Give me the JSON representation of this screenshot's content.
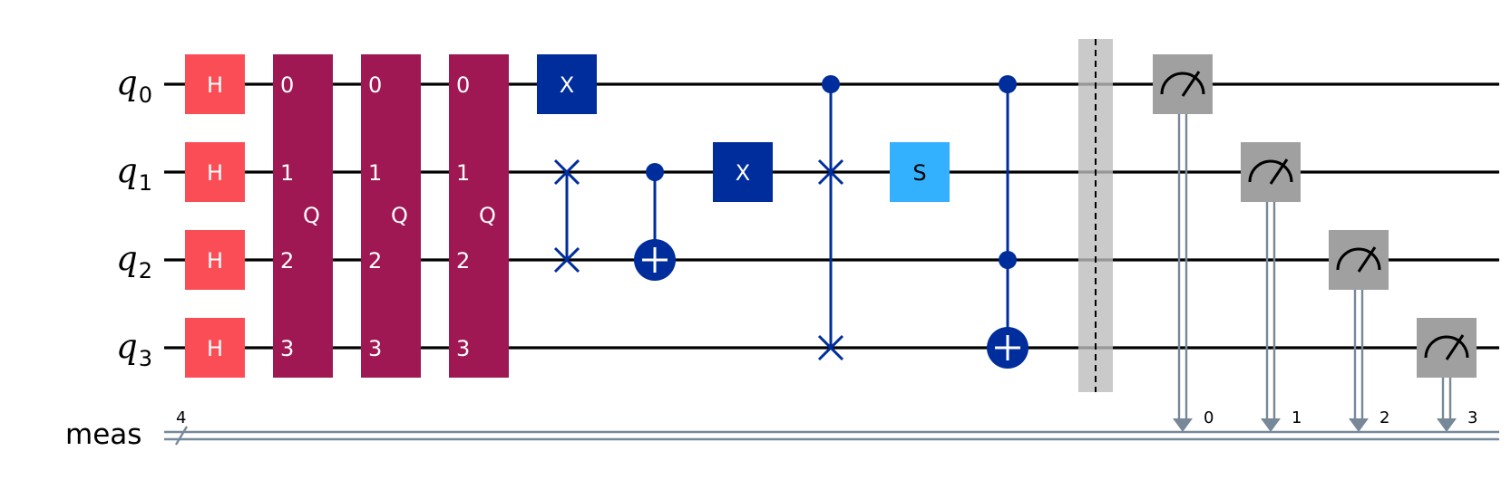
{
  "colors": {
    "hadamard": "#FA4D56",
    "q_block": "#9F1853",
    "pauli_x": "#002D9C",
    "s_gate": "#33B1FF",
    "control": "#002D9C",
    "measure": "#A0A0A0",
    "barrier": "#BDBDBD",
    "classical_wire": "#778899",
    "wire": "#000000"
  },
  "qubits": [
    {
      "name": "q",
      "index": "0"
    },
    {
      "name": "q",
      "index": "1"
    },
    {
      "name": "q",
      "index": "2"
    },
    {
      "name": "q",
      "index": "3"
    }
  ],
  "classical_register": {
    "name": "meas",
    "width": "4"
  },
  "gate_labels": {
    "h": "H",
    "x": "X",
    "s": "S",
    "q": "Q"
  },
  "q_block_pins": [
    "0",
    "1",
    "2",
    "3"
  ],
  "measure_bits": [
    "0",
    "1",
    "2",
    "3"
  ],
  "operations": [
    {
      "step": 1,
      "gate": "H",
      "qubits": [
        0
      ]
    },
    {
      "step": 1,
      "gate": "H",
      "qubits": [
        1
      ]
    },
    {
      "step": 1,
      "gate": "H",
      "qubits": [
        2
      ]
    },
    {
      "step": 1,
      "gate": "H",
      "qubits": [
        3
      ]
    },
    {
      "step": 2,
      "gate": "Q",
      "qubits": [
        0,
        1,
        2,
        3
      ]
    },
    {
      "step": 3,
      "gate": "Q",
      "qubits": [
        0,
        1,
        2,
        3
      ]
    },
    {
      "step": 4,
      "gate": "Q",
      "qubits": [
        0,
        1,
        2,
        3
      ]
    },
    {
      "step": 5,
      "gate": "X",
      "qubits": [
        0
      ]
    },
    {
      "step": 5,
      "gate": "SWAP",
      "qubits": [
        1,
        2
      ]
    },
    {
      "step": 6,
      "gate": "CX",
      "control": [
        1
      ],
      "target": 2
    },
    {
      "step": 7,
      "gate": "X",
      "qubits": [
        1
      ]
    },
    {
      "step": 8,
      "gate": "CSWAP",
      "control": [
        0
      ],
      "targets": [
        1,
        3
      ]
    },
    {
      "step": 9,
      "gate": "S",
      "qubits": [
        1
      ]
    },
    {
      "step": 10,
      "gate": "CCX",
      "control": [
        0,
        2
      ],
      "target": 3
    },
    {
      "step": 11,
      "gate": "BARRIER",
      "qubits": [
        0,
        1,
        2,
        3
      ]
    },
    {
      "step": 12,
      "gate": "MEASURE",
      "qubit": 0,
      "bit": 0
    },
    {
      "step": 13,
      "gate": "MEASURE",
      "qubit": 1,
      "bit": 1
    },
    {
      "step": 14,
      "gate": "MEASURE",
      "qubit": 2,
      "bit": 2
    },
    {
      "step": 15,
      "gate": "MEASURE",
      "qubit": 3,
      "bit": 3
    }
  ]
}
